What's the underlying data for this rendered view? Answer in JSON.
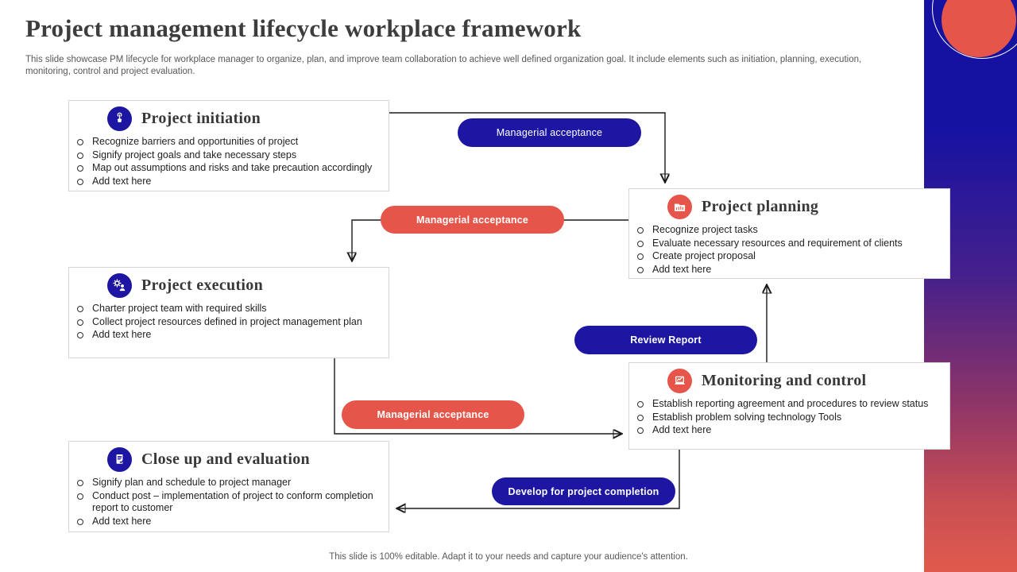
{
  "slide": {
    "title": "Project management lifecycle workplace framework",
    "subtitle": "This slide showcase PM lifecycle for workplace manager to organize, plan, and improve team collaboration to achieve well defined organization goal. It include elements such as initiation, planning, execution, monitoring, control and project evaluation.",
    "footer": "This slide is 100% editable.  Adapt it to your needs and capture your audience's attention."
  },
  "colors": {
    "accent_blue": "#1C16A3",
    "accent_red": "#E65549",
    "line": "#1A1A1A",
    "sidebar_top": "#1512A2",
    "sidebar_bottom": "#E05A4C"
  },
  "stages": [
    {
      "title": "Project initiation",
      "icon": "tap-select-icon",
      "icon_color": "blue",
      "bullets": [
        "Recognize barriers and opportunities of project",
        "Signify project goals and take necessary steps",
        "Map out assumptions and risks and take precaution accordingly",
        "Add text here"
      ]
    },
    {
      "title": "Project planning",
      "icon": "planning-folder-icon",
      "icon_color": "red",
      "bullets": [
        "Recognize project tasks",
        "Evaluate necessary resources and requirement of clients",
        "Create project proposal",
        "Add text here"
      ]
    },
    {
      "title": "Project execution",
      "icon": "gears-person-icon",
      "icon_color": "blue",
      "bullets": [
        "Charter project team with required skills",
        "Collect project resources defined in project management plan",
        "Add text here"
      ]
    },
    {
      "title": "Monitoring and control",
      "icon": "laptop-chart-icon",
      "icon_color": "red",
      "bullets": [
        "Establish reporting agreement  and procedures to review status",
        "Establish problem solving technology Tools",
        "Add text here"
      ]
    },
    {
      "title": "Close up and evaluation",
      "icon": "document-check-icon",
      "icon_color": "blue",
      "bullets": [
        "Signify plan and schedule to project manager",
        "Conduct post – implementation of project to conform completion report to customer",
        "Add text here"
      ]
    }
  ],
  "connectors": [
    {
      "label": "Managerial acceptance",
      "style": "blue"
    },
    {
      "label": "Managerial acceptance",
      "style": "red"
    },
    {
      "label": "Review Report",
      "style": "blue"
    },
    {
      "label": "Managerial acceptance",
      "style": "red"
    },
    {
      "label": "Develop for project completion",
      "style": "blue"
    }
  ]
}
